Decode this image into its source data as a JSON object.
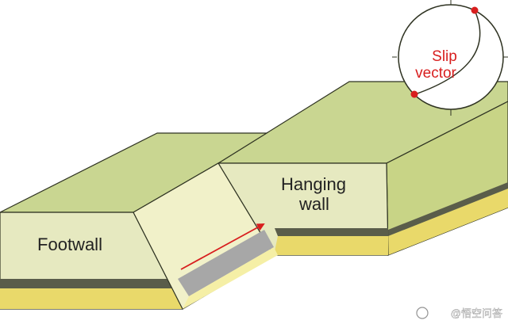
{
  "labels": {
    "footwall": "Footwall",
    "hanging_line1": "Hanging",
    "hanging_line2": "wall",
    "slip_line1": "Slip",
    "slip_line2": "vector",
    "watermark": "@悟空问答"
  },
  "colors": {
    "top_surface": "#c9d691",
    "side_face": "#e6e9c0",
    "fault_plane": "#f1f1c9",
    "dark_band": "#5a5d4a",
    "yellow_band": "#e9d96a",
    "light_band": "#f5efa6",
    "gray_band": "#a7a7a7",
    "outline": "#2f3322",
    "accent_red": "#d81e1e",
    "stereonet_fill": "#ffffff"
  }
}
